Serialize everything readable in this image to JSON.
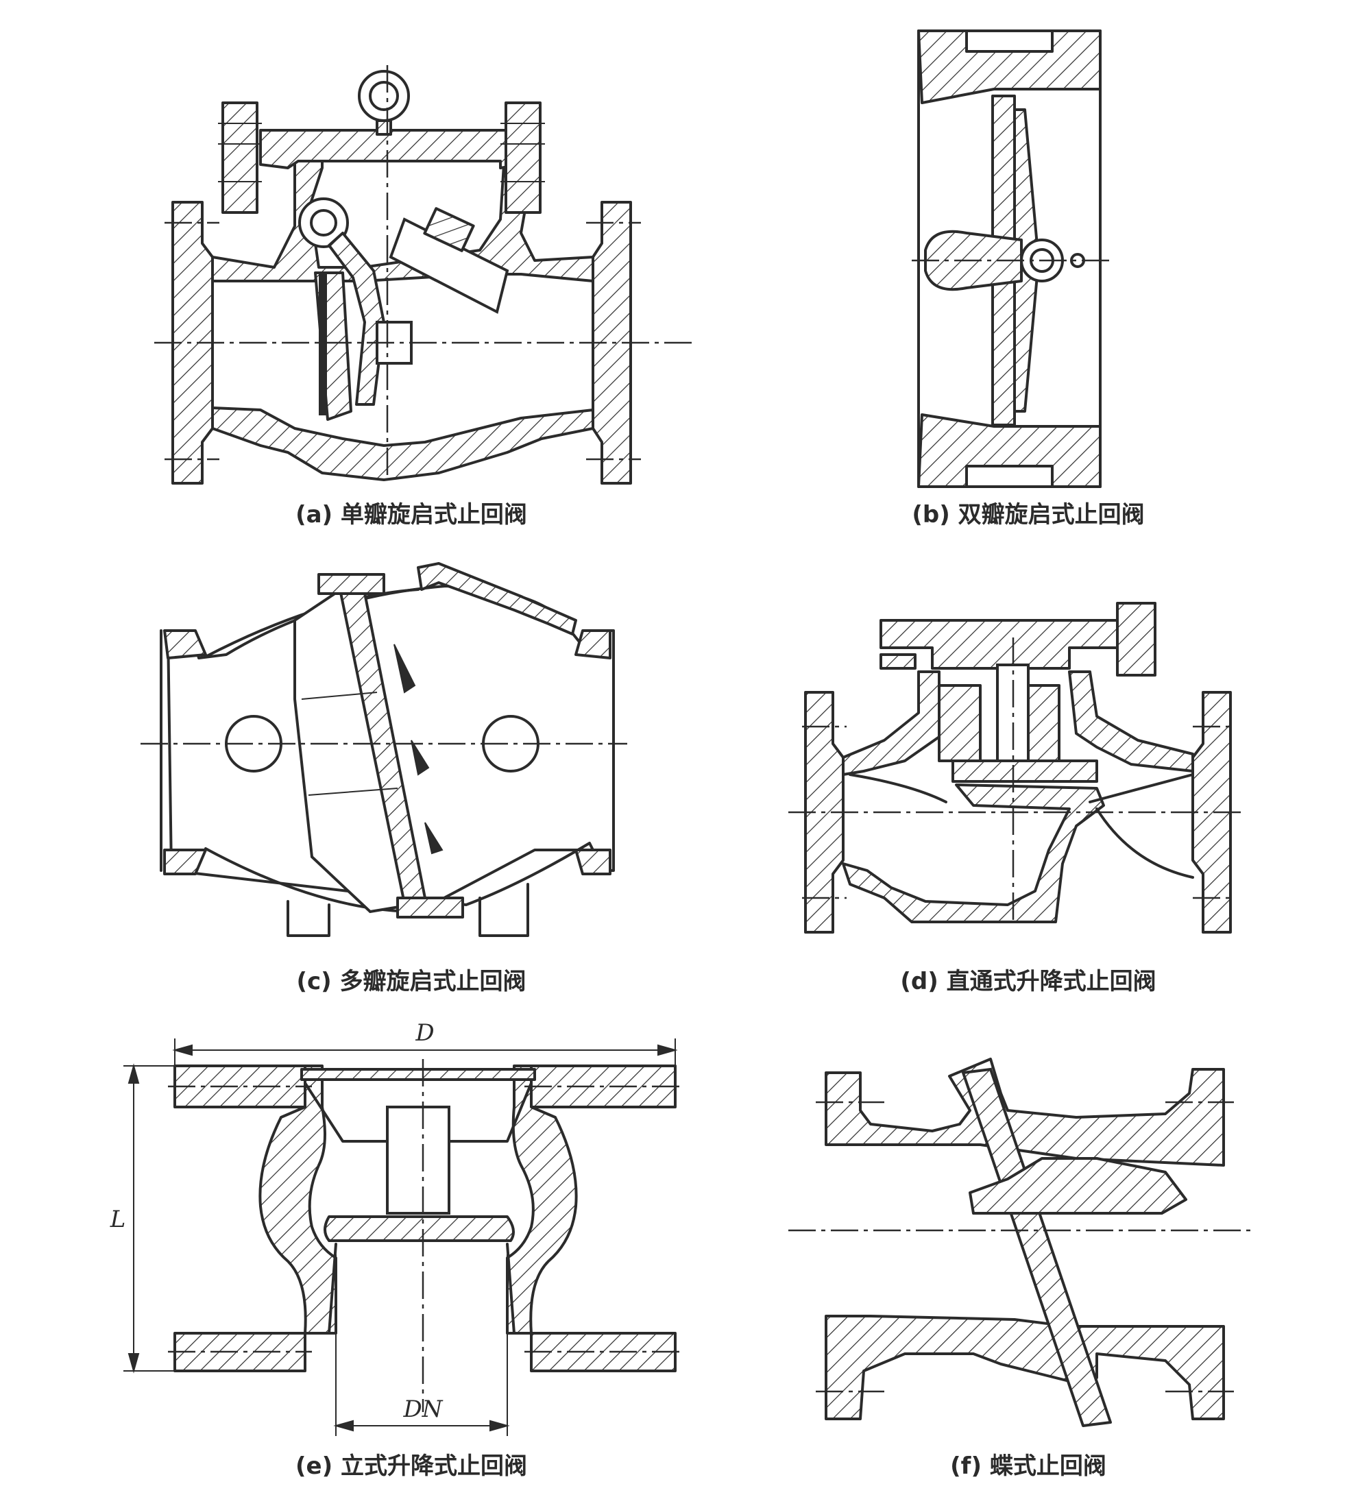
{
  "figures": [
    {
      "id": "a",
      "label": "(a) 单瓣旋启式止回阀"
    },
    {
      "id": "b",
      "label": "(b) 双瓣旋启式止回阀"
    },
    {
      "id": "c",
      "label": "(c) 多瓣旋启式止回阀"
    },
    {
      "id": "d",
      "label": "(d) 直通式升降式止回阀"
    },
    {
      "id": "e",
      "label": "(e) 立式升降式止回阀"
    },
    {
      "id": "f",
      "label": "(f) 蝶式止回阀"
    }
  ],
  "dimensions": {
    "D": "D",
    "L": "L",
    "DN": "DN"
  }
}
